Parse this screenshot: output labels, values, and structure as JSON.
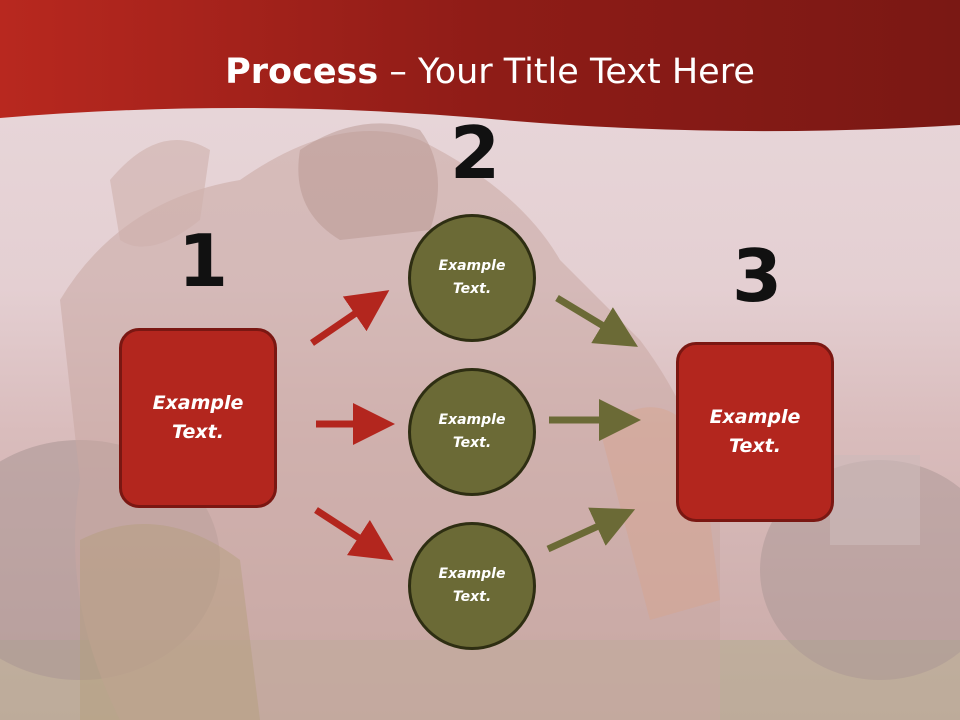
{
  "slide": {
    "title_bold": "Process",
    "title_rest": " – Your Title Text Here",
    "numbers": [
      "1",
      "2",
      "3"
    ],
    "left_box": "Example Text.",
    "right_box": "Example Text.",
    "circles": [
      "Example Text.",
      "Example Text.",
      "Example Text."
    ]
  },
  "colors": {
    "header_red": "#9b1f1a",
    "box_red": "#b3261e",
    "circle_olive": "#6b6a36",
    "arrow_red": "#b3261e",
    "arrow_olive": "#6b6a36"
  }
}
